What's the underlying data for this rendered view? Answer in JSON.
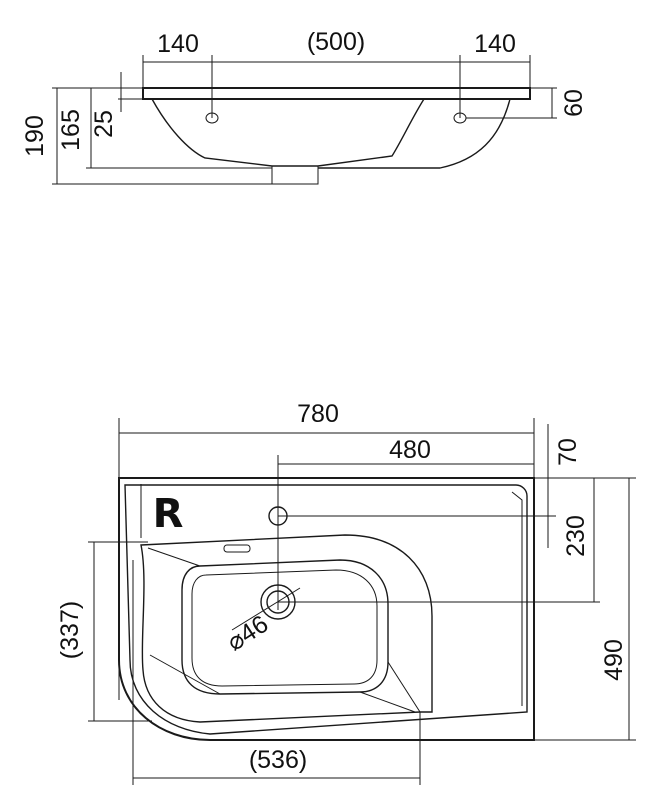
{
  "side_view": {
    "top_dims": [
      "140",
      "(500)",
      "140"
    ],
    "left_dims": [
      "190",
      "165",
      "25"
    ],
    "right_dim": "60"
  },
  "top_view": {
    "overall_width": "780",
    "tap_offset": "480",
    "tap_from_back": "70",
    "drain_from_tap": "230",
    "depth": "490",
    "basin_depth": "(337)",
    "basin_width": "(536)",
    "drain_diameter": "⌀46",
    "variant_mark": "R"
  }
}
